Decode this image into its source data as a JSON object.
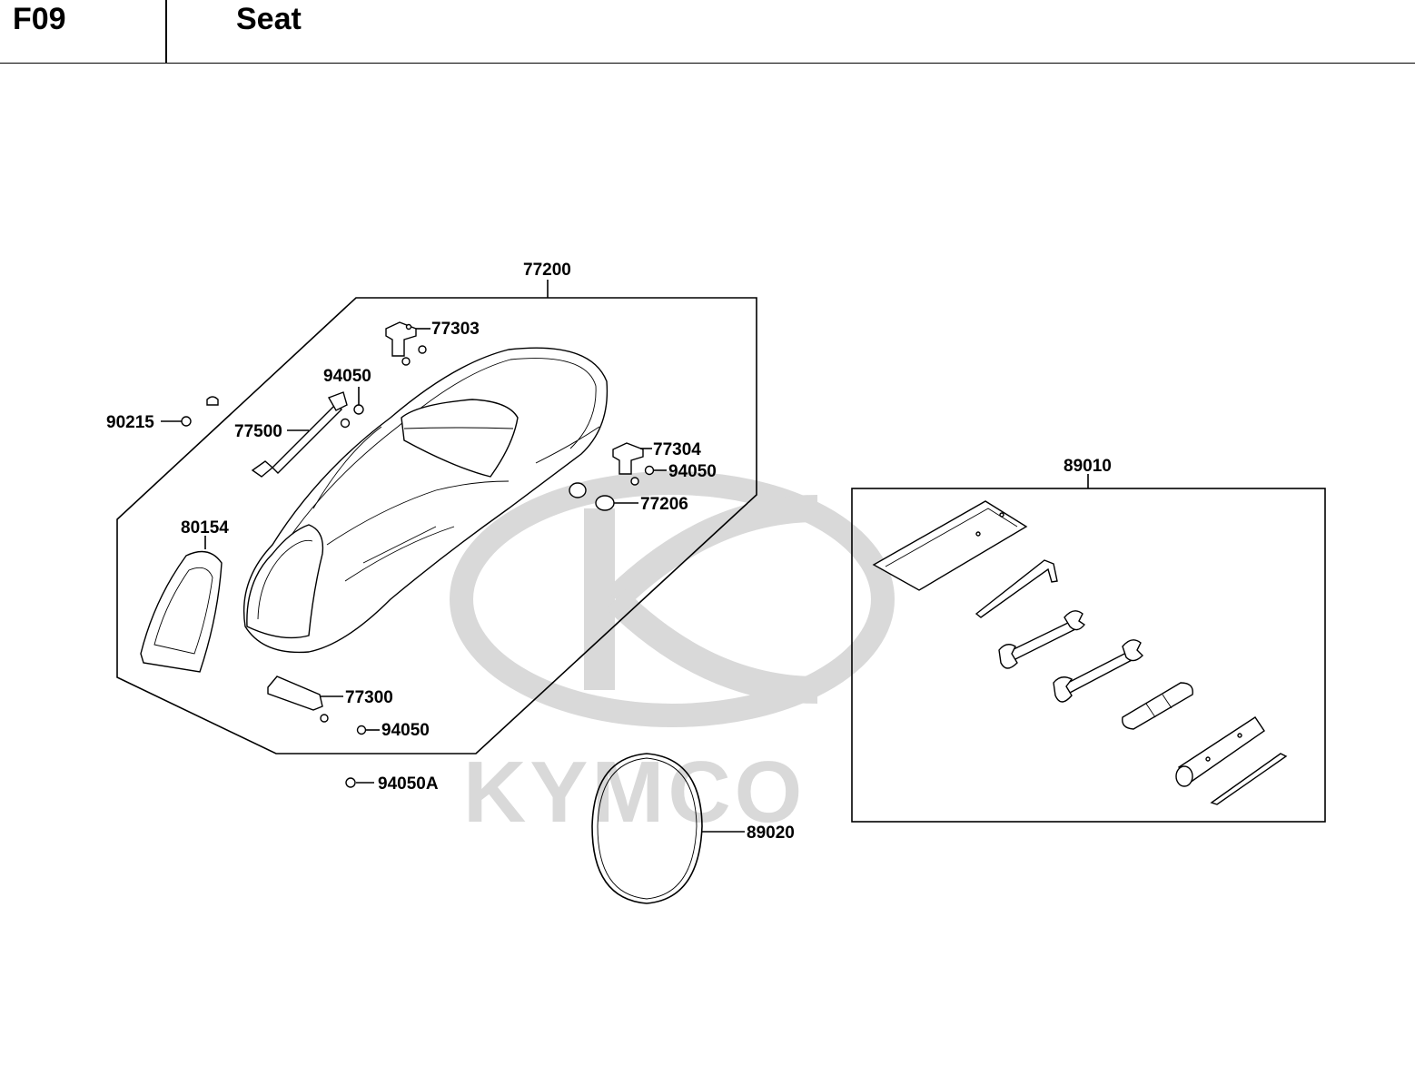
{
  "header": {
    "code": "F09",
    "title": "Seat"
  },
  "watermark": {
    "brand": "KYMCO",
    "color": "#d9d9d9"
  },
  "groups": {
    "seat_assembly": "77200",
    "tool_kit": "89010"
  },
  "callouts": {
    "c77200": "77200",
    "c77303": "77303",
    "c94050_a": "94050",
    "c90215": "90215",
    "c77500": "77500",
    "c77304": "77304",
    "c94050_b": "94050",
    "c77206": "77206",
    "c80154": "80154",
    "c77300": "77300",
    "c94050_c": "94050",
    "c94050A": "94050A",
    "c89010": "89010",
    "c89020": "89020"
  }
}
